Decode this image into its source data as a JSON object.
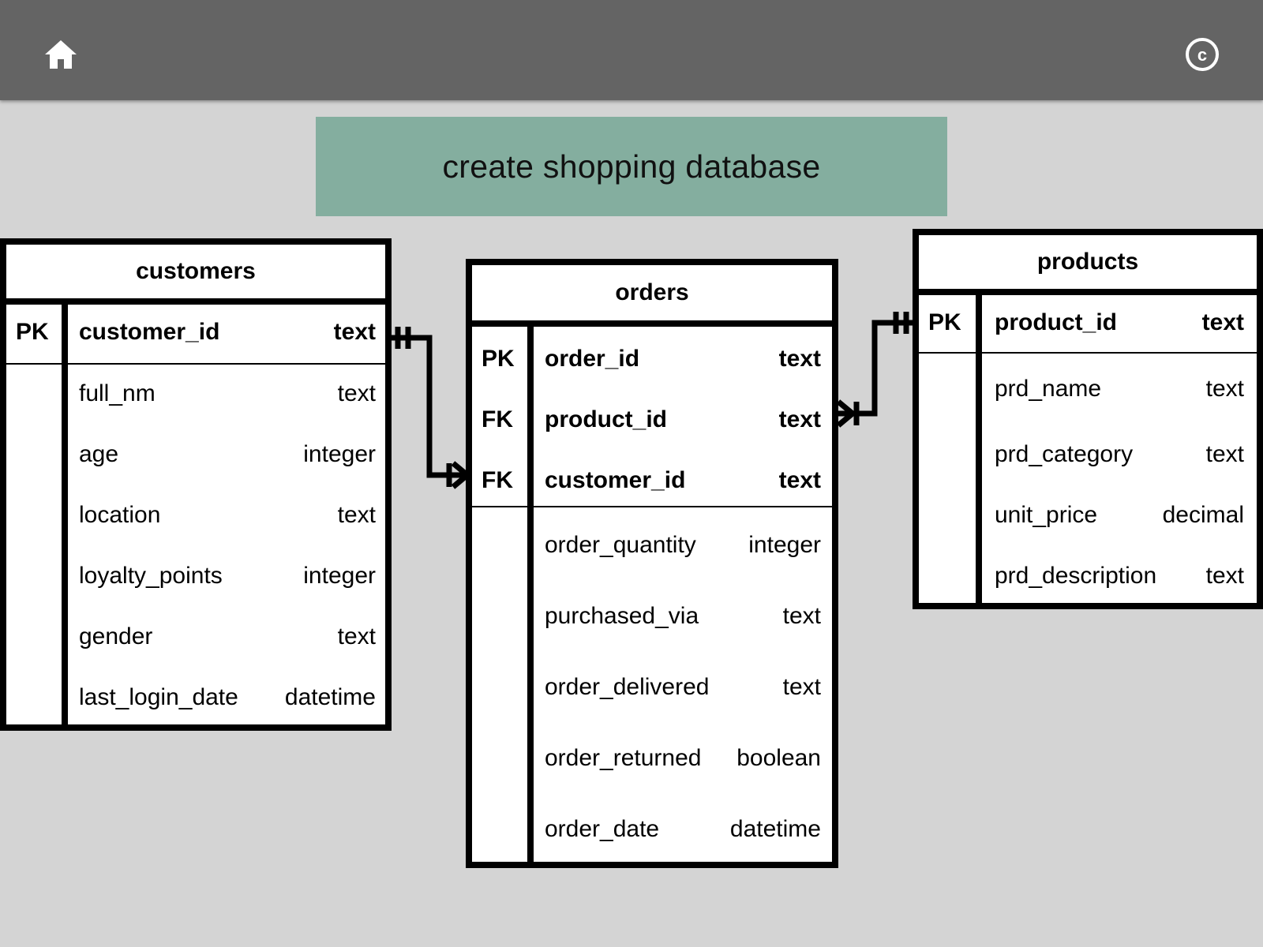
{
  "toolbar": {
    "home_icon": "home-icon",
    "copyright_icon": "copyright-icon"
  },
  "title": "create shopping database",
  "entities": {
    "customers": {
      "name": "customers",
      "rows": [
        {
          "key": "PK",
          "field": "customer_id",
          "type": "text"
        },
        {
          "key": "",
          "field": "full_nm",
          "type": "text"
        },
        {
          "key": "",
          "field": "age",
          "type": "integer"
        },
        {
          "key": "",
          "field": "location",
          "type": "text"
        },
        {
          "key": "",
          "field": "loyalty_points",
          "type": "integer"
        },
        {
          "key": "",
          "field": "gender",
          "type": "text"
        },
        {
          "key": "",
          "field": "last_login_date",
          "type": "datetime"
        }
      ]
    },
    "orders": {
      "name": "orders",
      "rows": [
        {
          "key": "PK",
          "field": "order_id",
          "type": "text"
        },
        {
          "key": "FK",
          "field": "product_id",
          "type": "text"
        },
        {
          "key": "FK",
          "field": "customer_id",
          "type": "text"
        },
        {
          "key": "",
          "field": "order_quantity",
          "type": "integer"
        },
        {
          "key": "",
          "field": "purchased_via",
          "type": "text"
        },
        {
          "key": "",
          "field": "order_delivered",
          "type": "text"
        },
        {
          "key": "",
          "field": "order_returned",
          "type": "boolean"
        },
        {
          "key": "",
          "field": "order_date",
          "type": "datetime"
        }
      ]
    },
    "products": {
      "name": "products",
      "rows": [
        {
          "key": "PK",
          "field": "product_id",
          "type": "text"
        },
        {
          "key": "",
          "field": "prd_name",
          "type": "text"
        },
        {
          "key": "",
          "field": "prd_category",
          "type": "text"
        },
        {
          "key": "",
          "field": "unit_price",
          "type": "decimal"
        },
        {
          "key": "",
          "field": "prd_description",
          "type": "text"
        }
      ]
    }
  },
  "relationships": [
    {
      "from": "customers.customer_id",
      "from_cardinality": "one-and-only-one",
      "to": "orders.customer_id",
      "to_cardinality": "one-or-many"
    },
    {
      "from": "products.product_id",
      "from_cardinality": "one-and-only-one",
      "to": "orders.product_id",
      "to_cardinality": "one-or-many"
    }
  ],
  "colors": {
    "topbar": "#646464",
    "banner": "#84ae9f",
    "background": "#d4d4d4"
  }
}
